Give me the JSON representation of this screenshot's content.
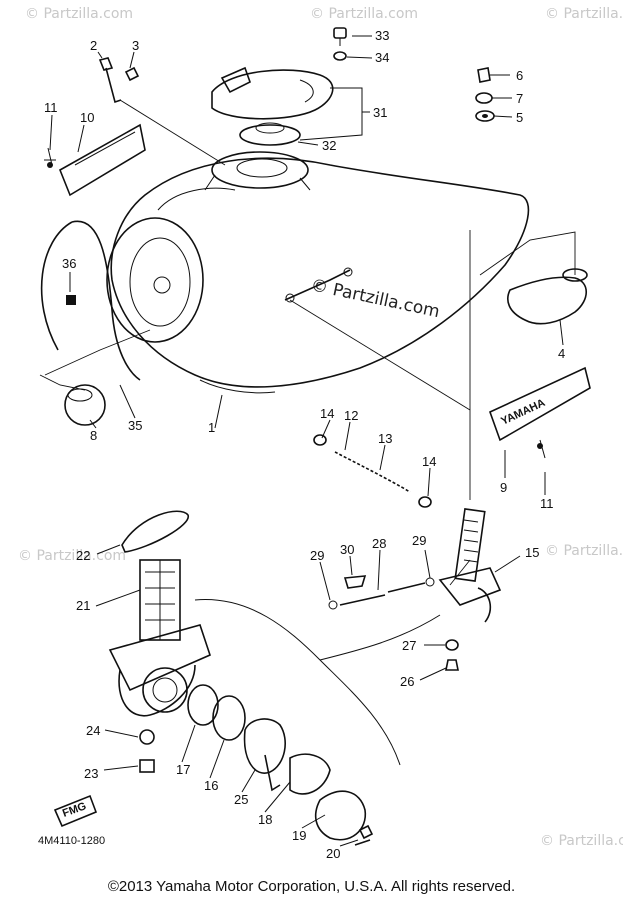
{
  "watermarks": {
    "brand": "© Partzilla.com",
    "center": "© Partzilla.com"
  },
  "diagram_code": "4M4110-1280",
  "copyright": "©2013  Yamaha Motor Corporation, U.S.A. All rights reserved.",
  "emblem_text": "YAMAHA",
  "small_label_text": "FMG",
  "callouts": [
    "1",
    "2",
    "3",
    "4",
    "5",
    "6",
    "7",
    "8",
    "9",
    "10",
    "11",
    "11",
    "12",
    "13",
    "14",
    "14",
    "15",
    "16",
    "17",
    "18",
    "19",
    "20",
    "21",
    "22",
    "23",
    "24",
    "25",
    "26",
    "27",
    "28",
    "29",
    "29",
    "30",
    "31",
    "32",
    "33",
    "34",
    "35",
    "36"
  ]
}
